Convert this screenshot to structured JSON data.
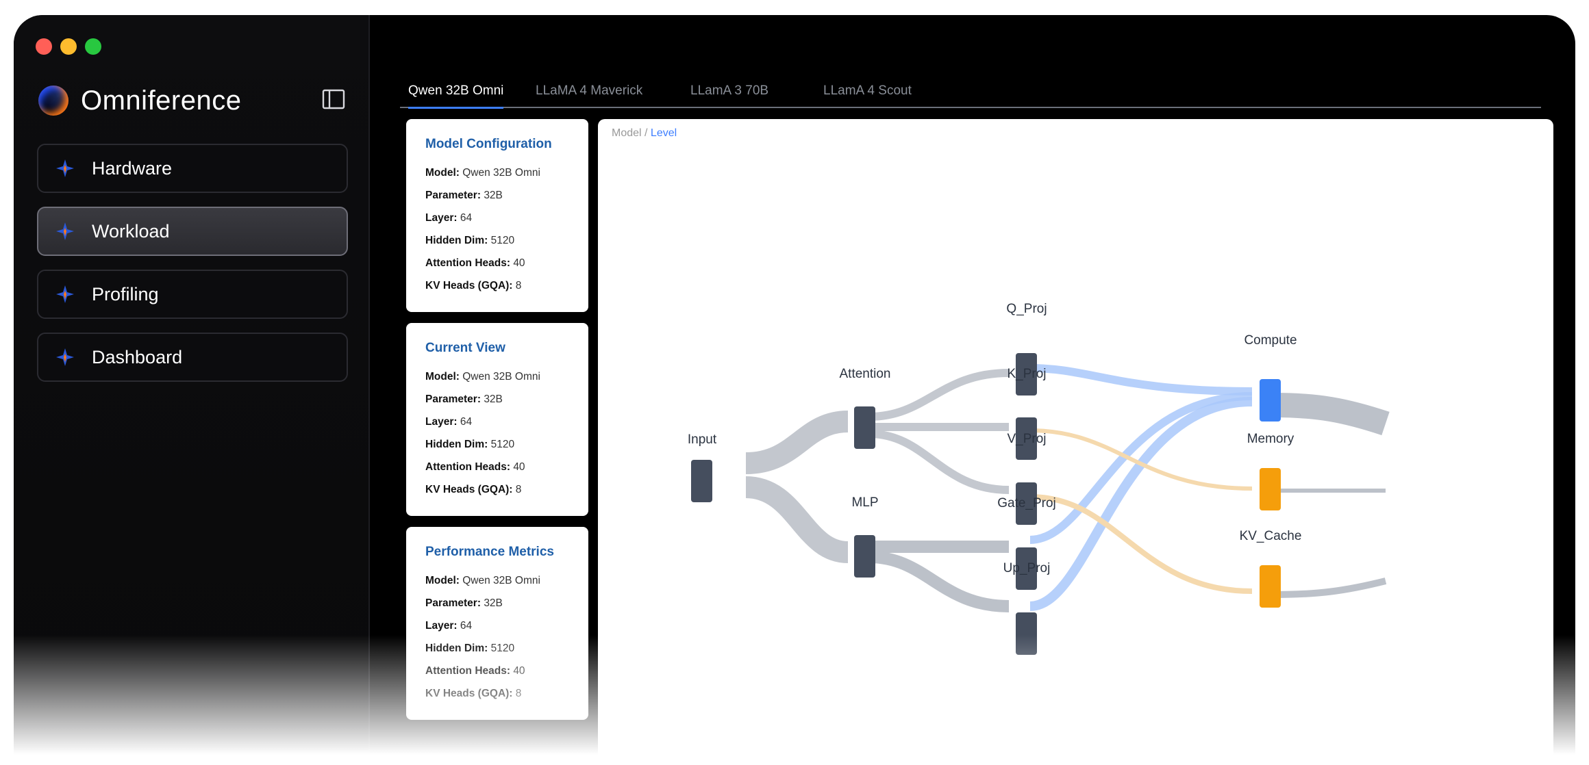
{
  "app": {
    "name": "Omniference"
  },
  "sidebar": {
    "items": [
      {
        "label": "Hardware"
      },
      {
        "label": "Workload"
      },
      {
        "label": "Profiling"
      },
      {
        "label": "Dashboard"
      }
    ],
    "active": "Workload"
  },
  "tabs": [
    {
      "label": "Qwen 32B Omni"
    },
    {
      "label": "LLaMA 4 Maverick"
    },
    {
      "label": "LLamA 3 70B"
    },
    {
      "label": "LLamA 4 Scout"
    }
  ],
  "cards": [
    {
      "title": "Model Configuration",
      "rows": [
        {
          "label": "Model:",
          "value": "Qwen 32B Omni"
        },
        {
          "label": "Parameter:",
          "value": "32B"
        },
        {
          "label": "Layer:",
          "value": "64"
        },
        {
          "label": "Hidden Dim:",
          "value": "5120"
        },
        {
          "label": "Attention Heads:",
          "value": "40"
        },
        {
          "label": "KV Heads (GQA):",
          "value": "8"
        }
      ]
    },
    {
      "title": "Current View",
      "rows": [
        {
          "label": "Model:",
          "value": "Qwen 32B Omni"
        },
        {
          "label": "Parameter:",
          "value": "32B"
        },
        {
          "label": "Layer:",
          "value": "64"
        },
        {
          "label": "Hidden Dim:",
          "value": "5120"
        },
        {
          "label": "Attention Heads:",
          "value": "40"
        },
        {
          "label": "KV Heads (GQA):",
          "value": "8"
        }
      ]
    },
    {
      "title": "Performance Metrics",
      "rows": [
        {
          "label": "Model:",
          "value": "Qwen 32B Omni"
        },
        {
          "label": "Parameter:",
          "value": "32B"
        },
        {
          "label": "Layer:",
          "value": "64"
        },
        {
          "label": "Hidden Dim:",
          "value": "5120"
        },
        {
          "label": "Attention Heads:",
          "value": "40"
        },
        {
          "label": "KV Heads (GQA):",
          "value": "8"
        }
      ]
    }
  ],
  "breadcrumb": {
    "root": "Model",
    "separator": " / ",
    "current": "Level"
  },
  "graph": {
    "nodes": {
      "input": "Input",
      "attention": "Attention",
      "mlp": "MLP",
      "q_proj": "Q_Proj",
      "k_proj": "K_Proj",
      "v_proj": "V_Proj",
      "gate_proj": "Gate_Proj",
      "up_proj": "Up_Proj",
      "compute": "Compute",
      "memory": "Memory",
      "kv_cache": "KV_Cache"
    }
  },
  "colors": {
    "node": "#454e5e",
    "link": "#bcc1c9",
    "compute": "#3b82f6",
    "compute_link": "#a9c8fa",
    "memory": "#f59e0b",
    "memory_link": "#f5d9ad",
    "breadcrumb_accent": "#3d7eff",
    "card_title": "#1f5fa8"
  }
}
